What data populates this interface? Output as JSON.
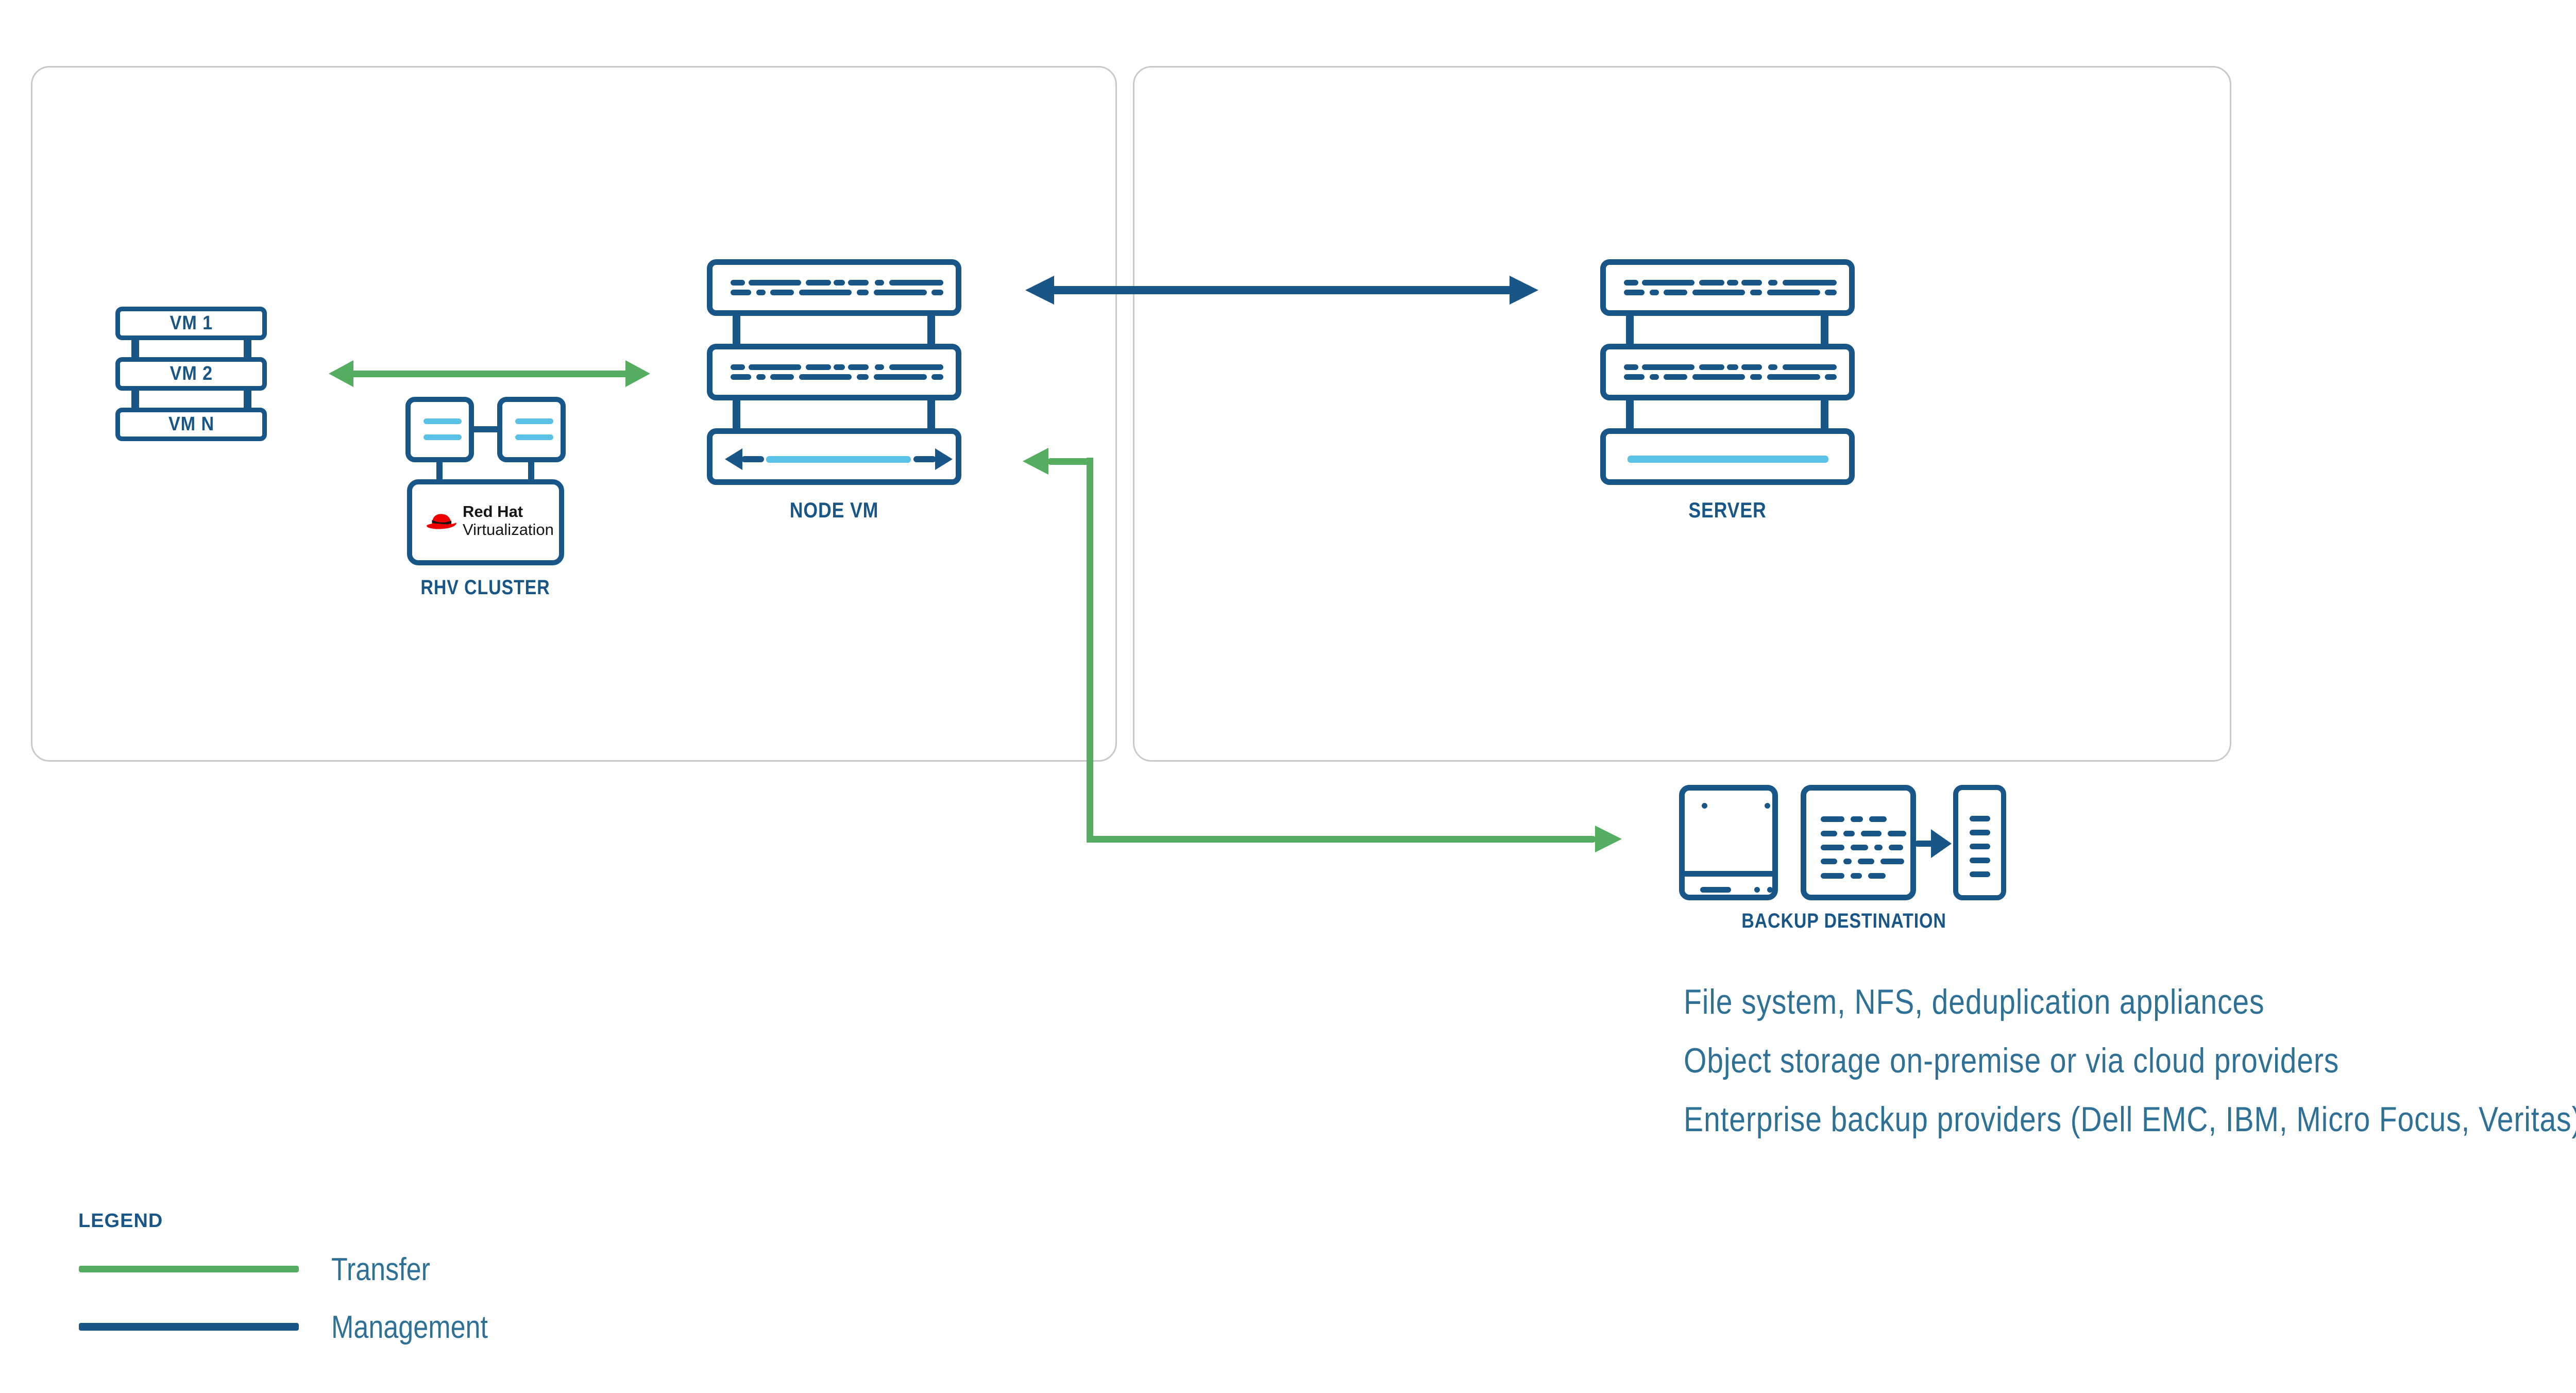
{
  "vm_stack": {
    "items": [
      "VM 1",
      "VM 2",
      "VM N"
    ]
  },
  "rhv_cluster": {
    "label": "RHV CLUSTER",
    "logo_line1": "Red Hat",
    "logo_line2": "Virtualization"
  },
  "node_vm": {
    "label": "NODE VM"
  },
  "server": {
    "label": "SERVER"
  },
  "backup_destination": {
    "label": "BACKUP DESTINATION"
  },
  "notes": [
    "File system, NFS, deduplication appliances",
    "Object storage on-premise or via cloud providers",
    "Enterprise backup providers (Dell EMC, IBM, Micro Focus, Veritas)"
  ],
  "legend": {
    "title": "LEGEND",
    "items": [
      {
        "label": "Transfer",
        "color": "#55AD5F"
      },
      {
        "label": "Management",
        "color": "#175686"
      }
    ]
  },
  "colors": {
    "accent_blue": "#175686",
    "light_blue": "#5BC2E7",
    "green": "#55AD5F",
    "text_blue": "#2E7096",
    "panel_border": "#C9C9C9",
    "redhat_red": "#EE0000"
  }
}
